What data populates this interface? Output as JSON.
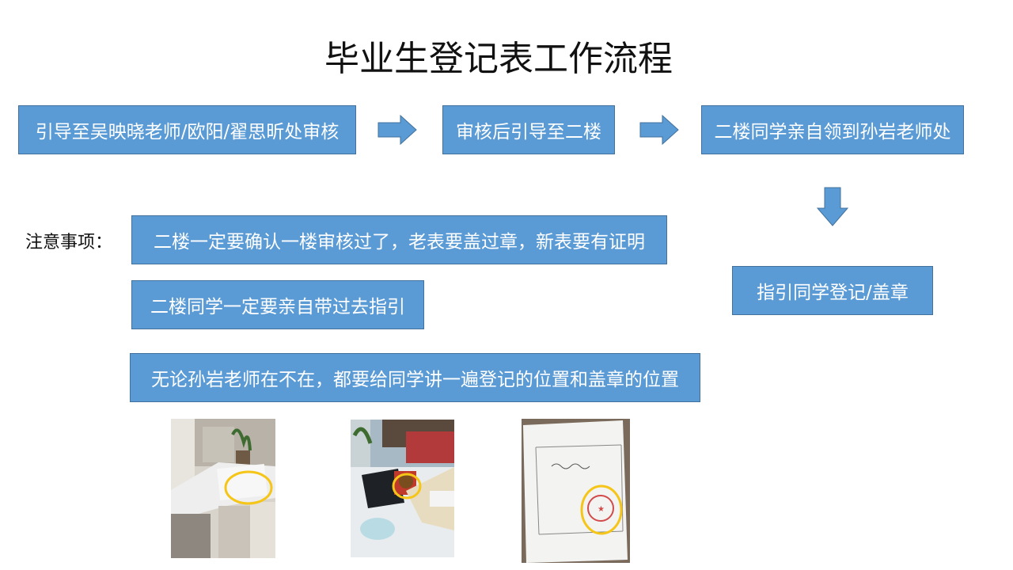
{
  "title": "毕业生登记表工作流程",
  "flow": {
    "step1": "引导至吴映晓老师/欧阳/翟思昕处审核",
    "step2": "审核后引导至二楼",
    "step3": "二楼同学亲自领到孙岩老师处",
    "step4": "指引同学登记/盖章"
  },
  "notes": {
    "label": "注意事项：",
    "items": [
      "二楼一定要确认一楼审核过了，老表要盖过章，新表要有证明",
      "二楼同学一定要亲自带过去指引",
      "无论孙岩老师在不在，都要给同学讲一遍登记的位置和盖章的位置"
    ]
  },
  "colors": {
    "box_fill": "#5b9bd5",
    "box_border": "#41719c",
    "highlight_circle": "#f5c518"
  },
  "icons": [
    "right-arrow-icon",
    "down-arrow-icon"
  ]
}
